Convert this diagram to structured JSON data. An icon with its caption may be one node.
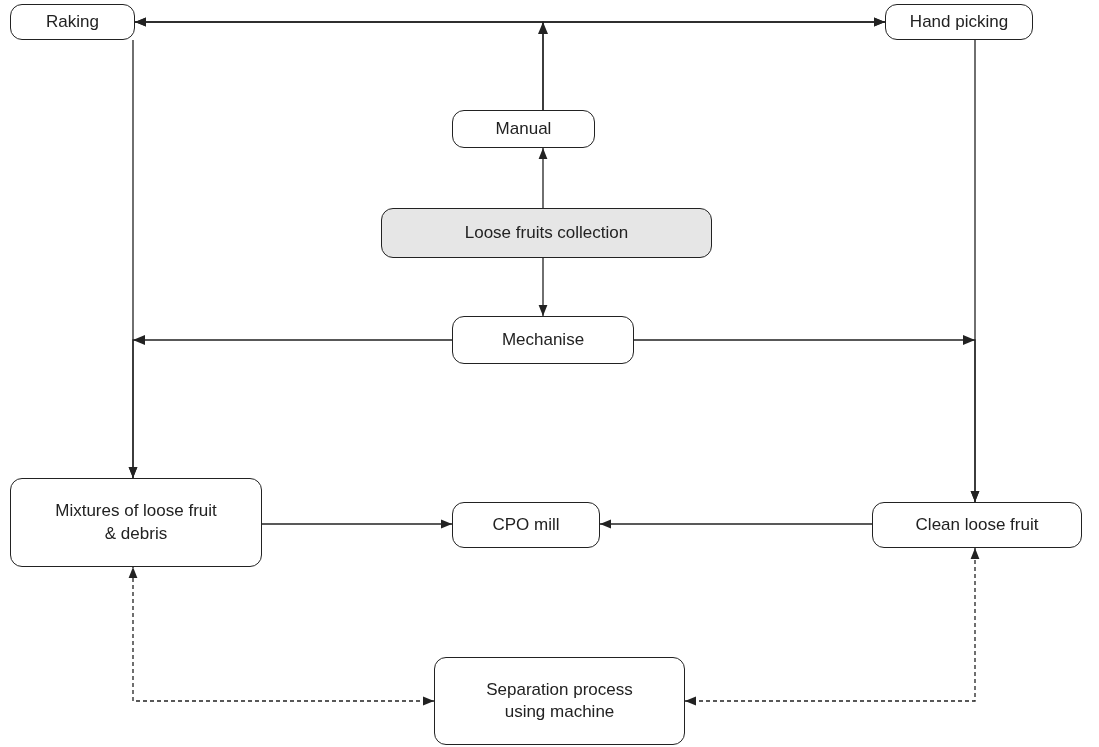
{
  "diagram": {
    "nodes": [
      {
        "text": [
          "Raking"
        ]
      },
      {
        "text": [
          "Hand picking"
        ]
      },
      {
        "text": [
          "Manual"
        ]
      },
      {
        "text": [
          "Loose fruits collection"
        ]
      },
      {
        "text": [
          "Mechanise"
        ]
      },
      {
        "text": [
          "Mixtures of loose fruit & debris"
        ]
      },
      {
        "text": [
          "CPO mill"
        ]
      },
      {
        "text": [
          "Clean loose fruit"
        ]
      },
      {
        "text": [
          "Separation process using machine"
        ]
      }
    ],
    "edges": [
      {
        "from": 0,
        "to": 1,
        "arrow": "both"
      },
      {
        "from": 2,
        "to": 0,
        "arrow": "to"
      },
      {
        "from": 2,
        "to": 1,
        "arrow": "to"
      },
      {
        "from": 3,
        "to": 2,
        "arrow": "to"
      },
      {
        "from": 3,
        "to": 4,
        "arrow": "to"
      },
      {
        "from": 4,
        "to": 5,
        "arrow": "to"
      },
      {
        "from": 4,
        "to": 7,
        "arrow": "to"
      },
      {
        "from": 0,
        "to": 5,
        "arrow": "to"
      },
      {
        "from": 1,
        "to": 7,
        "arrow": "to"
      },
      {
        "from": 5,
        "to": 6,
        "arrow": "to"
      },
      {
        "from": 7,
        "to": 6,
        "arrow": "to"
      },
      {
        "from": 8,
        "to": 5,
        "arrow": "both",
        "style": "dashed"
      },
      {
        "from": 8,
        "to": 7,
        "arrow": "both",
        "style": "dashed"
      }
    ]
  }
}
